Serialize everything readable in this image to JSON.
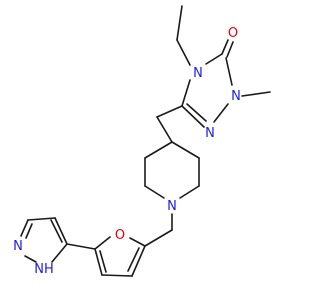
{
  "colors": {
    "bond": "#1a1a1a",
    "nitrogen": "#1c1cf0",
    "oxygen": "#e8000b",
    "background": "#ffffff"
  },
  "labels": {
    "n4": "N",
    "o_carbonyl": "O",
    "n1": "N",
    "n2": "N",
    "n_pip": "N",
    "o_furan": "O",
    "n_pz1": "N",
    "nh_pz": "NH"
  }
}
